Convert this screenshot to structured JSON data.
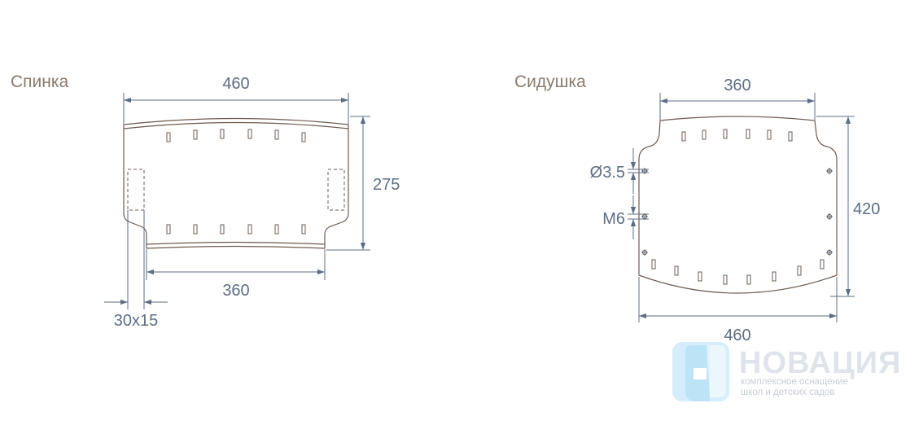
{
  "back": {
    "title": "Спинка",
    "dim_top": "460",
    "dim_right": "275",
    "dim_bottom": "360",
    "dim_slot": "30x15"
  },
  "seat": {
    "title": "Сидушка",
    "dim_top": "360",
    "dim_right": "420",
    "dim_bottom": "460",
    "dim_hole": "Ø3.5",
    "dim_thread": "M6"
  },
  "logo": {
    "name": "НОВАЦИЯ",
    "tagline_1": "комплексное оснащение",
    "tagline_2": "школ и детских садов",
    "colors": {
      "light_blue": "#d6eefb",
      "mid_blue": "#bde3f7",
      "gray": "#dfe4ea"
    }
  },
  "colors": {
    "outline": "#6e5b50",
    "dimension": "#5d6e84",
    "title": "#8a7a6c"
  }
}
